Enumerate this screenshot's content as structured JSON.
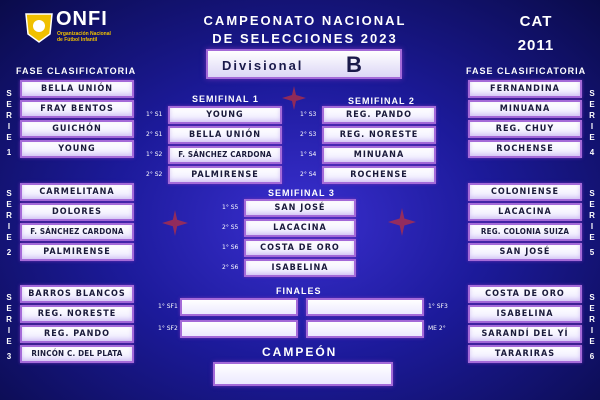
{
  "logo": {
    "name": "ONFI",
    "sub1": "Organización Nacional",
    "sub2": "de Fútbol Infantil"
  },
  "title": {
    "line1": "CAMPEONATO NACIONAL",
    "line2": "DE SELECCIONES 2023"
  },
  "category": {
    "label": "CAT",
    "year": "2011"
  },
  "divisional": {
    "label": "Divisional",
    "letter": "B"
  },
  "left_header": "FASE CLASIFICATORIA",
  "right_header": "FASE CLASIFICATORIA",
  "series": {
    "s1": {
      "num": "1",
      "teams": [
        "BELLA UNIÓN",
        "FRAY BENTOS",
        "GUICHÓN",
        "YOUNG"
      ]
    },
    "s2": {
      "num": "2",
      "teams": [
        "CARMELITANA",
        "DOLORES",
        "F. SÁNCHEZ CARDONA",
        "PALMIRENSE"
      ]
    },
    "s3": {
      "num": "3",
      "teams": [
        "BARROS BLANCOS",
        "REG. NORESTE",
        "REG. PANDO",
        "RINCÓN C. DEL PLATA"
      ]
    },
    "s4": {
      "num": "4",
      "teams": [
        "FERNANDINA",
        "MINUANA",
        "REG. CHUY",
        "ROCHENSE"
      ]
    },
    "s5": {
      "num": "5",
      "teams": [
        "COLONIENSE",
        "LACACINA",
        "REG. COLONIA SUIZA",
        "SAN JOSÉ"
      ]
    },
    "s6": {
      "num": "6",
      "teams": [
        "COSTA DE ORO",
        "ISABELINA",
        "SARANDÍ DEL YÍ",
        "TARARIRAS"
      ]
    }
  },
  "serie_word": [
    "S",
    "E",
    "R",
    "I",
    "E"
  ],
  "semi1": {
    "title": "SEMIFINAL 1",
    "seeds": [
      "1° S1",
      "2° S1",
      "1° S2",
      "2° S2"
    ],
    "teams": [
      "YOUNG",
      "BELLA UNIÓN",
      "F. SÁNCHEZ CARDONA",
      "PALMIRENSE"
    ]
  },
  "semi2": {
    "title": "SEMIFINAL 2",
    "seeds": [
      "1° S3",
      "2° S3",
      "1° S4",
      "2° S4"
    ],
    "teams": [
      "REG. PANDO",
      "REG. NORESTE",
      "MINUANA",
      "ROCHENSE"
    ]
  },
  "semi3": {
    "title": "SEMIFINAL 3",
    "seeds": [
      "1° S5",
      "2° S5",
      "1° S6",
      "2° S6"
    ],
    "teams": [
      "SAN JOSÉ",
      "LACACINA",
      "COSTA DE ORO",
      "ISABELINA"
    ]
  },
  "finals": {
    "title": "FINALES",
    "seeds_left": [
      "1° SF1",
      "1° SF2"
    ],
    "seeds_right": [
      "1° SF3",
      "ME 2°"
    ]
  },
  "champion": {
    "label": "CAMPEÓN"
  },
  "colors": {
    "background": "#1c1a9a",
    "box_border": "#a46ad8",
    "accent": "#f0c000"
  }
}
